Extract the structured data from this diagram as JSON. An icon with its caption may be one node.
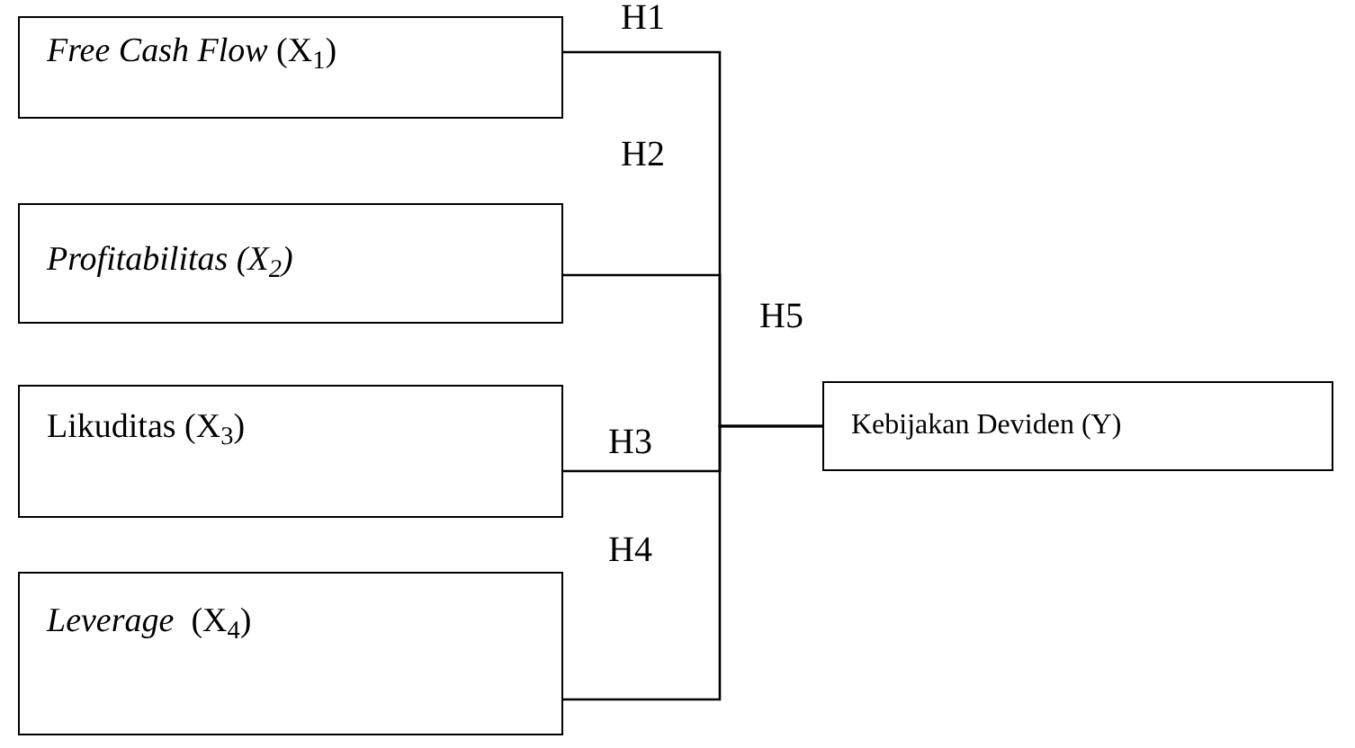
{
  "diagram": {
    "nodes": [
      {
        "text": [
          "*Free Cash Flow* (X$_{1}$)"
        ]
      },
      {
        "text": [
          "*Profitabilitas (X$_{2}$)*"
        ]
      },
      {
        "text": [
          "Likuditas (X$_{3}$)"
        ]
      },
      {
        "text": [
          "*Leverage*  (X$_{4}$)"
        ]
      },
      {
        "text": [
          "Kebijakan Deviden (Y)"
        ]
      }
    ],
    "edges": [
      {
        "from": 0,
        "to": 4,
        "arrow": "none",
        "label": "H1"
      },
      {
        "from": 1,
        "to": 4,
        "arrow": "none",
        "label": "H2"
      },
      {
        "from": 2,
        "to": 4,
        "arrow": "none",
        "label": "H3"
      },
      {
        "from": 3,
        "to": 4,
        "arrow": "none",
        "label": "H4"
      }
    ],
    "labels": [
      "H5"
    ]
  }
}
